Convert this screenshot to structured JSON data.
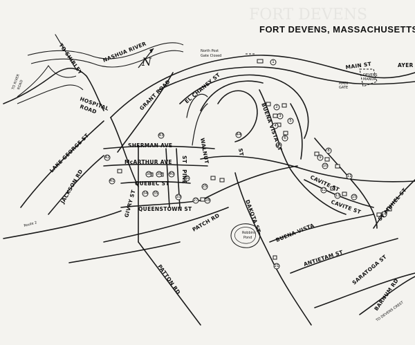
{
  "title": "FORT DEVENS, MASSACHUSETTS",
  "north_symbol": "N",
  "streets": {
    "to_shirley": "TO SHIRLEY",
    "nashua_river": "NASHUA RIVER",
    "north_post_gate": "North Post",
    "north_post_gate2": "Gate Closed",
    "main_st": "MAIN ST",
    "ayer": "AYER",
    "main_gate": "MAIN",
    "main_gate2": "GATE",
    "devens_manor": "DEVENS",
    "devens_manor2": "MANOR",
    "hospital_road": "HOSPITAL",
    "hospital_road2": "ROAD",
    "grant_road": "GRANT ROAD",
    "el_chaney_st": "EL CHANEY ST",
    "buena_vista_st_north": "BUENA VISTA ST",
    "walnut_st": "WALNUT",
    "st_label": "ST",
    "sherman_ave": "SHERMAN AVE",
    "mcarthur_ave": "McARTHUR AVE",
    "lake_george_st": "LAKE GEORGE ST",
    "jackson_rd": "JACKSON RD",
    "quebec_st": "QUEBEC ST",
    "givry_st": "GIVRY ST",
    "queenstown_st": "QUEENSTOWN ST",
    "pine_st": "PINE",
    "elm_st": "ST",
    "cavite_st": "CAVITE ST",
    "cavite_st2": "CAVITE ST",
    "st_mihiel": "ST MIHIEL ST",
    "dakota_st": "DAKOTA ST",
    "buena_vista_south": "BUENA VISTA",
    "antietam_st": "ANTIETAM ST",
    "saratoga_st": "SARATOGA ST",
    "barnum_rd": "BARNUM RD",
    "to_devens_crest": "TO DEVENS CREST",
    "patch_rd": "PATCH RD",
    "patton_rd": "PATTON RD",
    "route_2": "Route 2",
    "robbins_pond": "Robbins",
    "robbins_pond2": "Pond",
    "to_river": "TO RIVER",
    "to_river2": "ROAD"
  },
  "markers": [
    {
      "num": "1"
    },
    {
      "num": "2"
    },
    {
      "num": "3"
    },
    {
      "num": "4"
    },
    {
      "num": "5"
    },
    {
      "num": "6"
    },
    {
      "num": "7"
    },
    {
      "num": "8"
    },
    {
      "num": "9"
    },
    {
      "num": "10"
    },
    {
      "num": "11"
    },
    {
      "num": "12"
    },
    {
      "num": "13"
    },
    {
      "num": "14"
    },
    {
      "num": "15"
    },
    {
      "num": "16"
    },
    {
      "num": "17"
    },
    {
      "num": "18"
    },
    {
      "num": "19"
    },
    {
      "num": "20"
    },
    {
      "num": "21"
    },
    {
      "num": "25"
    },
    {
      "num": "26"
    },
    {
      "num": "27"
    },
    {
      "num": "28"
    },
    {
      "num": "29"
    },
    {
      "num": "30"
    },
    {
      "num": "31"
    },
    {
      "num": "32"
    },
    {
      "num": "33"
    },
    {
      "num": "34"
    },
    {
      "num": "35"
    },
    {
      "num": "36"
    },
    {
      "num": "37"
    },
    {
      "num": "38"
    },
    {
      "num": "39"
    },
    {
      "num": "40"
    },
    {
      "num": "41"
    },
    {
      "num": "42"
    },
    {
      "num": "43"
    },
    {
      "num": "44"
    }
  ],
  "colors": {
    "ink": "#1a1a1a",
    "paper": "#f4f3ef"
  }
}
